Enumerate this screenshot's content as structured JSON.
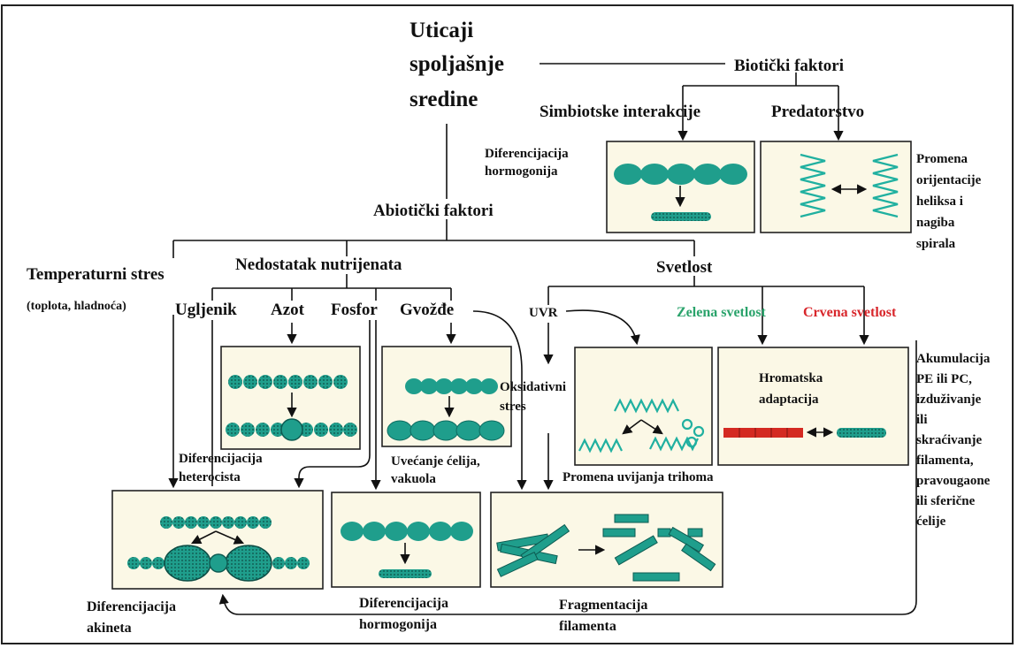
{
  "title_lines": [
    "Uticaji",
    "spoljašnje",
    "sredine"
  ],
  "biotic": {
    "heading": "Biotički faktori",
    "symbiosis": "Simbiotske interakcije",
    "predation": "Predatorstvo",
    "hormogonia_lines": [
      "Diferencijacija",
      "hormogonija"
    ],
    "helix_lines": [
      "Promena",
      "orijentacije",
      "heliksa i",
      "nagiba",
      "spirala"
    ]
  },
  "abiotic": {
    "heading": "Abiotički faktori",
    "temperature": "Temperaturni stres",
    "temperature_sub": "(toplota, hladnoća)",
    "nutrients": "Nedostatak nutrijenata",
    "carbon": "Ugljenik",
    "nitrogen": "Azot",
    "phosphorus": "Fosfor",
    "iron": "Gvožđe",
    "light": "Svetlost",
    "uvr": "UVR",
    "green_light": "Zelena svetlost",
    "red_light": "Crvena svetlost",
    "oxidative_lines": [
      "Oksidativni",
      "stres"
    ]
  },
  "outcomes": {
    "heterocyst_lines": [
      "Diferencijacija",
      "heterocista"
    ],
    "cell_enlarge_lines": [
      "Uvećanje ćelija,",
      "vakuola"
    ],
    "coiling": "Promena uvijanja trihoma",
    "chromatic_lines": [
      "Hromatska",
      "adaptacija"
    ],
    "accumulation_lines": [
      "Akumulacija",
      "PE ili PC,",
      "izduživanje",
      "ili",
      "skraćivanje",
      "filamenta,",
      "pravougaone",
      "ili sferične",
      "ćelije"
    ],
    "akinete_lines": [
      "Diferencijacija",
      "akineta"
    ],
    "hormogonia_lines": [
      "Diferencijacija",
      "hormogonija"
    ],
    "fragmentation_lines": [
      "Fragmentacija",
      "filamenta"
    ]
  },
  "colors": {
    "cell": "#1f9e8c",
    "cell_dark": "#0d5b52",
    "box_fill": "#fbf8e6",
    "line": "#111111",
    "green_text": "#2aa36b",
    "red_text": "#d8262b",
    "red_filament": "#d42a22"
  }
}
